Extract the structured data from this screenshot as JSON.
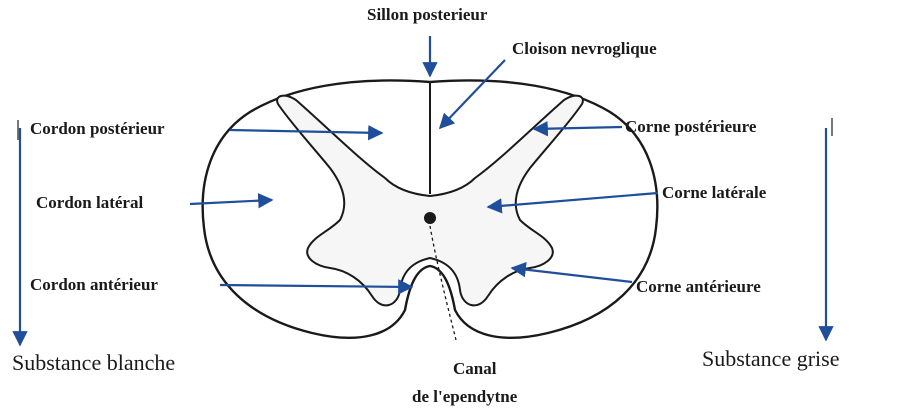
{
  "labels": {
    "sillon_posterieur": "Sillon posterieur",
    "cloison_nevroglique": "Cloison nevroglique",
    "cordon_posterieur": "Cordon postérieur",
    "cordon_lateral": "Cordon latéral",
    "cordon_anterieur": "Cordon antérieur",
    "corne_posterieure": "Corne postérieure",
    "corne_laterale": "Corne latérale",
    "corne_anterieure": "Corne antérieure",
    "canal_line1": "Canal",
    "canal_line2": "de l'ependytne",
    "substance_blanche": "Substance blanche",
    "substance_grise": "Substance grise"
  },
  "colors": {
    "outline": "#1a1a1a",
    "arrow": "#1f4e9a",
    "background": "#ffffff"
  }
}
